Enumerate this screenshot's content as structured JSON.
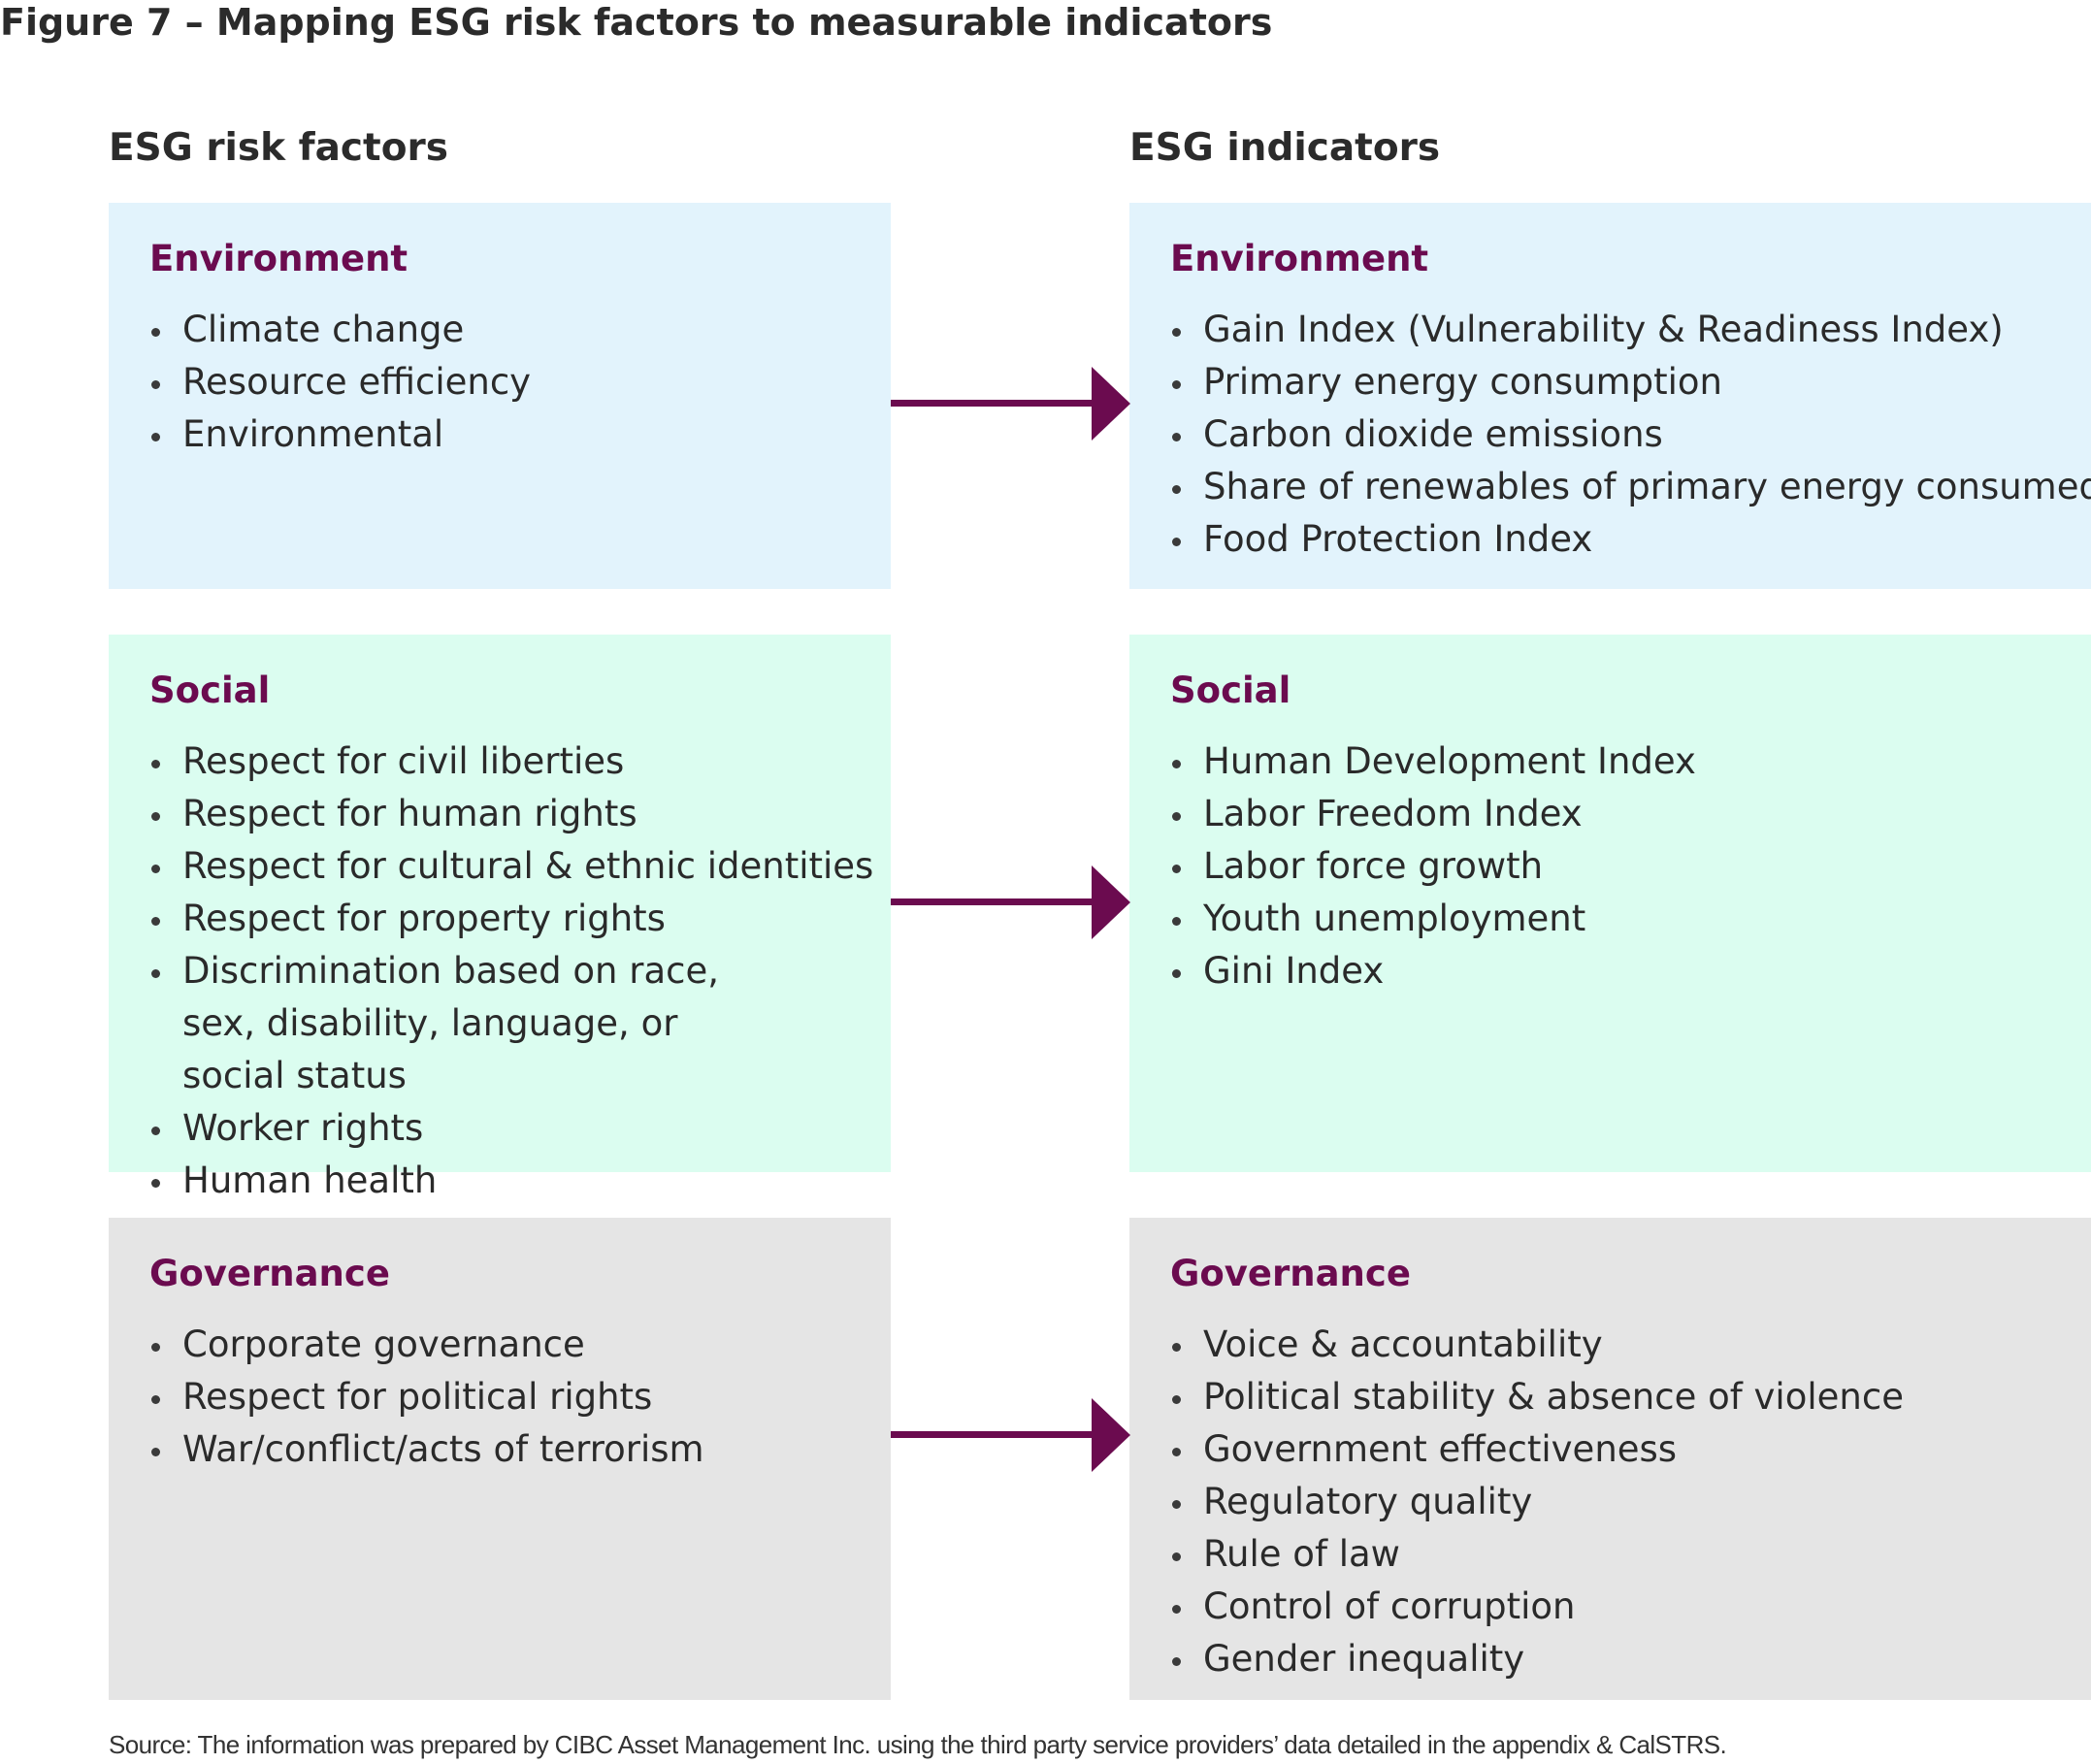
{
  "figure": {
    "title": "Figure 7 – Mapping ESG risk factors to measurable indicators"
  },
  "columns": {
    "left_heading": "ESG risk factors",
    "right_heading": "ESG indicators"
  },
  "risk_factors": [
    {
      "title": "Environment",
      "items": [
        "Climate change",
        "Resource efficiency",
        "Environmental"
      ]
    },
    {
      "title": "Social",
      "items": [
        "Respect for civil liberties",
        "Respect for human rights",
        "Respect for cultural & ethnic identities",
        "Respect for property rights",
        "Discrimination based on race, sex, disability, language, or social status",
        "Worker rights",
        "Human health"
      ]
    },
    {
      "title": "Governance",
      "items": [
        "Corporate governance",
        "Respect for political rights",
        "War/conflict/acts of terrorism"
      ]
    }
  ],
  "indicators": [
    {
      "title": "Environment",
      "items": [
        "Gain Index (Vulnerability & Readiness Index)",
        "Primary energy consumption",
        "Carbon dioxide emissions",
        "Share of renewables of primary energy consumed",
        "Food Protection Index"
      ]
    },
    {
      "title": "Social",
      "items": [
        "Human Development Index",
        "Labor Freedom Index",
        "Labor force growth",
        "Youth unemployment",
        "Gini Index"
      ]
    },
    {
      "title": "Governance",
      "items": [
        "Voice & accountability",
        "Political stability & absence of violence",
        "Government effectiveness",
        "Regulatory quality",
        "Rule of law",
        "Control of corruption",
        "Gender inequality"
      ]
    }
  ],
  "source": "Source: The information was prepared by CIBC Asset Management Inc. using the third party service providers’ data detailed in the appendix & CalSTRS.",
  "colors": {
    "title_accent": "#6b0b4f",
    "arrow": "#6b0b4f",
    "environment_fill": "#e2f3fc",
    "social_fill": "#dbfdf0",
    "governance_fill": "#e5e5e5"
  }
}
